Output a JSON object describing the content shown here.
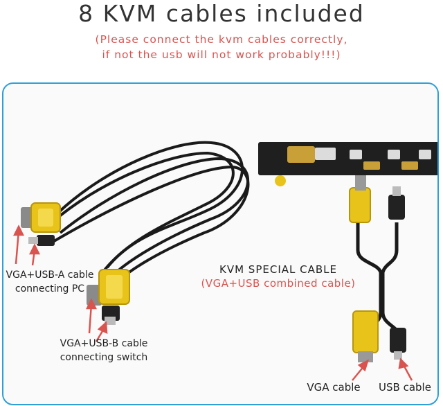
{
  "header": {
    "title": "8 KVM cables included",
    "note_line1": "(Please connect the kvm cables correctly,",
    "note_line2": "if not the usb will not work probably!!!)"
  },
  "labels": {
    "cable_a_line1": "VGA+USB-A cable",
    "cable_a_line2": "connecting PC",
    "cable_b_line1": "VGA+USB-B cable",
    "cable_b_line2": "connecting switch",
    "special_title": "KVM SPECIAL CABLE",
    "special_sub": "(VGA+USB combined cable)",
    "vga_cable": "VGA cable",
    "usb_cable": "USB cable"
  },
  "colors": {
    "frame": "#2f9fd8",
    "note_red": "#d9534f",
    "connector_yellow": "#e8c31a",
    "cable_black": "#1a1a1a"
  }
}
